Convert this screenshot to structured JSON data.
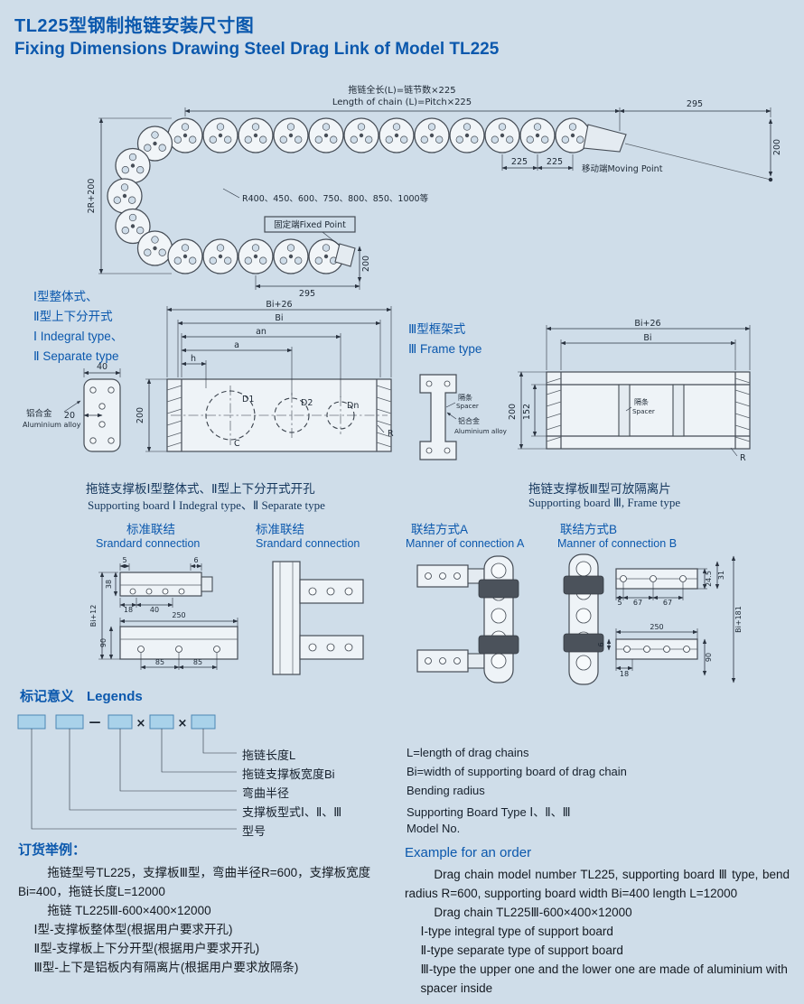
{
  "colors": {
    "page_bg": "#cfdde9",
    "blue": "#0b58ad",
    "ink": "#1c2733",
    "line": "#454c55",
    "legend_box_fill": "#a9d2ea"
  },
  "header": {
    "title_zh": "TL225型钢制拖链安装尺寸图",
    "title_en": "Fixing Dimensions Drawing Steel Drag Link of Model TL225"
  },
  "main": {
    "len_zh": "拖链全长(L)=链节数×225",
    "len_en": "Length of chain (L)=Pitch×225",
    "d295t": "295",
    "d200r": "200",
    "d225a": "225",
    "d225b": "225",
    "moving": "移动端Moving Point",
    "d2r200": "2R+200",
    "radius": "R400、450、600、750、800、850、1000等",
    "fixed": "固定端Fixed Point",
    "d200b": "200",
    "d295b": "295"
  },
  "board12": {
    "h1": "Ⅰ型整体式、",
    "h2": "Ⅱ型上下分开式",
    "h3": "Ⅰ Indegral type、",
    "h4": "Ⅱ Separate type",
    "bi26": "Bi+26",
    "bi": "Bi",
    "an": "an",
    "a": "a",
    "h": "h",
    "w40": "40",
    "w20": "20",
    "h200": "200",
    "d1": "D1",
    "d2": "D2",
    "dn": "Dn",
    "c": "C",
    "r": "R",
    "alloy_zh": "铝合金",
    "alloy_en": "Aluminium alloy",
    "cap_zh": "拖链支撑板Ⅰ型整体式、Ⅱ型上下分开式开孔",
    "cap_en": "Supporting board Ⅰ Indegral type、Ⅱ Separate type"
  },
  "board3": {
    "h1": "Ⅲ型框架式",
    "h2": "Ⅲ Frame type",
    "bi26": "Bi+26",
    "bi": "Bi",
    "h200": "200",
    "h152": "152",
    "r": "R",
    "spacer_zh": "隔条",
    "spacer_en": "Spacer",
    "spacer2_zh": "隔条",
    "spacer2_en": "Spacer",
    "alloy_zh": "铝合金",
    "alloy_en": "Aluminium alloy",
    "cap_zh": "拖链支撑板Ⅲ型可放隔离片",
    "cap_en": "Supporting board Ⅲ, Frame type"
  },
  "conn": {
    "t1_zh": "标准联结",
    "t1_en": "Srandard connection",
    "t2_zh": "标准联结",
    "t2_en": "Srandard connection",
    "t3_zh": "联结方式A",
    "t3_en": "Manner of connection A",
    "t4_zh": "联结方式B",
    "t4_en": "Manner of connection B",
    "c1": {
      "d5": "5",
      "d6": "6",
      "d38": "38",
      "d18": "18",
      "d40": "40",
      "bi12": "Bi+12",
      "d250": "250",
      "d85a": "85",
      "d85b": "85",
      "d90": "90"
    },
    "c4": {
      "d245": "24.5",
      "d31": "31",
      "d5": "5",
      "d67a": "67",
      "d67b": "67",
      "bi181": "Bi+181",
      "d250": "250",
      "d18": "18",
      "d90": "90",
      "d6": "6"
    }
  },
  "legend": {
    "title_zh": "标记意义",
    "title_en": "Legends",
    "sep1": "—",
    "sep2": "×",
    "sep3": "×",
    "zh": [
      "拖链长度L",
      "拖链支撑板宽度Bi",
      "弯曲半径",
      "支撑板型式Ⅰ、Ⅱ、Ⅲ",
      "型号"
    ],
    "en": [
      "L=length of drag chains",
      "Bi=width of supporting board of drag chain",
      "Bending radius",
      "Supporting Board Type Ⅰ、Ⅱ、Ⅲ",
      "Model No."
    ]
  },
  "order_zh": {
    "title": "订货举例：",
    "p1": "拖链型号TL225，支撑板Ⅲ型，弯曲半径R=600，支撑板宽度Bi=400，拖链长度L=12000",
    "p2": "拖链 TL225Ⅲ-600×400×12000",
    "n1": "Ⅰ型-支撑板整体型(根据用户要求开孔)",
    "n2": "Ⅱ型-支撑板上下分开型(根据用户要求开孔)",
    "n3": "Ⅲ型-上下是铝板内有隔离片(根据用户要求放隔条)"
  },
  "order_en": {
    "title": "Example for an order",
    "p1": "Drag chain model number TL225, supporting board Ⅲ type, bend radius R=600, supporting board width Bi=400 length L=12000",
    "p2": "Drag chain TL225Ⅲ-600×400×12000",
    "n1": "Ⅰ-type integral type of support board",
    "n2": "Ⅱ-type separate type of support board",
    "n3": "Ⅲ-type the upper one and the lower one are made of aluminium with spacer inside"
  }
}
